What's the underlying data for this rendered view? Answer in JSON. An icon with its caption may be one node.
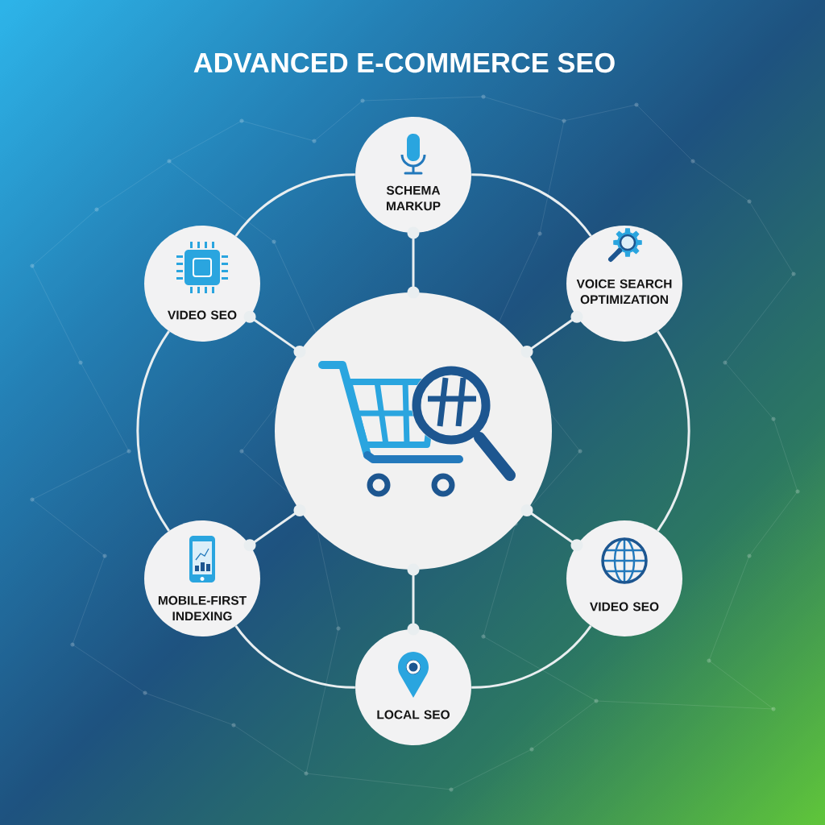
{
  "diagram": {
    "title": "ADVANCED E-COMMERCE SEO",
    "nodes": [
      {
        "text": [
          "SCHEMA MARKUP"
        ]
      },
      {
        "text": [
          "VIDEO SEO"
        ]
      },
      {
        "text": [
          "VOICE SEARCH OPTIMIZATION"
        ]
      },
      {
        "text": [],
        "shape": "circle"
      },
      {
        "text": [
          "MOBILE-FIRST INDEXING"
        ]
      },
      {
        "text": [
          "VIDEO SEO"
        ]
      },
      {
        "text": [
          "LOCAL SEO"
        ]
      }
    ],
    "edges": [
      {
        "from": 3,
        "to": 0,
        "arrow": "other"
      },
      {
        "from": 3,
        "to": 1,
        "arrow": "other"
      },
      {
        "from": 3,
        "to": 2,
        "arrow": "other"
      },
      {
        "from": 3,
        "to": 4,
        "arrow": "other"
      },
      {
        "from": 3,
        "to": 5,
        "arrow": "other"
      },
      {
        "from": 3,
        "to": 6,
        "arrow": "other"
      },
      {
        "from": 0,
        "to": 2,
        "arrow": "none"
      },
      {
        "from": 2,
        "to": 5,
        "arrow": "none"
      },
      {
        "from": 5,
        "to": 6,
        "arrow": "none"
      },
      {
        "from": 6,
        "to": 4,
        "arrow": "none"
      },
      {
        "from": 4,
        "to": 1,
        "arrow": "none"
      },
      {
        "from": 1,
        "to": 0,
        "arrow": "none"
      }
    ]
  }
}
